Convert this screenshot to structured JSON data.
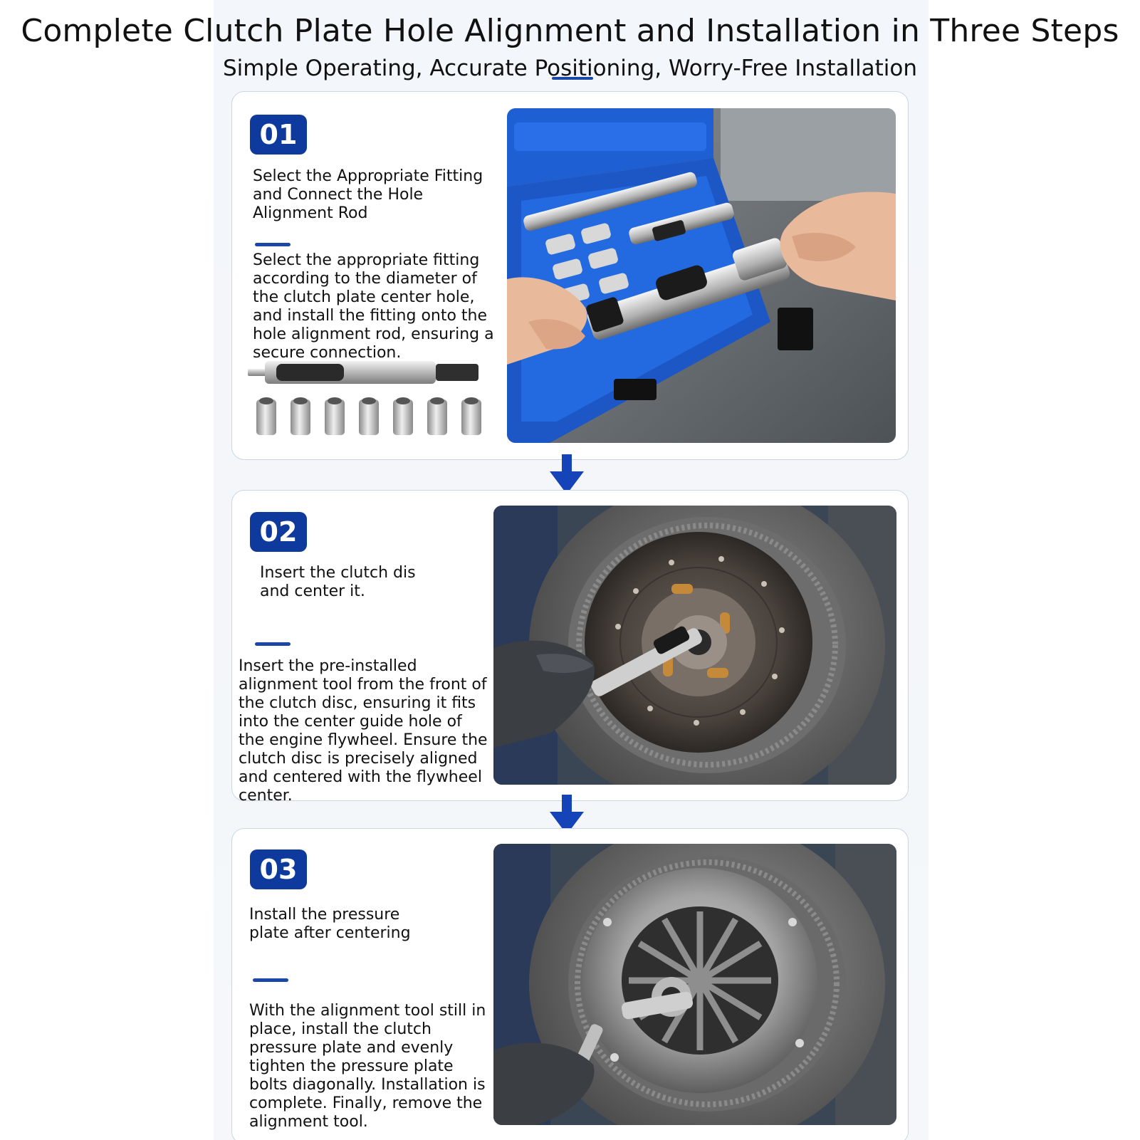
{
  "header": {
    "title": "Complete Clutch Plate Hole Alignment and Installation in Three Steps",
    "subtitle": "Simple Operating, Accurate Positioning, Worry-Free Installation"
  },
  "colors": {
    "accent": "#0d3a9c",
    "border": "#c9d6e6"
  },
  "steps": [
    {
      "number": "01",
      "heading": "Select the Appropriate Fitting and Connect the Hole Alignment Rod",
      "description": "Select the appropriate fitting according to the diameter of the clutch plate center hole, and install the fitting onto the hole alignment rod, ensuring a secure connection.",
      "photo": "tool-case-photo"
    },
    {
      "number": "02",
      "heading": "Insert the clutch dis and center it.",
      "description": "Insert the pre-installed alignment tool from the front of the clutch disc, ensuring it fits into the center guide hole of the engine flywheel. Ensure the clutch disc is precisely aligned and centered with the flywheel center.",
      "photo": "clutch-disc-photo"
    },
    {
      "number": "03",
      "heading": "Install the pressure plate after centering",
      "description": "With the alignment tool still in place, install the clutch pressure plate and evenly tighten the pressure plate bolts diagonally. Installation is complete. Finally, remove the alignment tool.",
      "photo": "pressure-plate-photo"
    }
  ]
}
